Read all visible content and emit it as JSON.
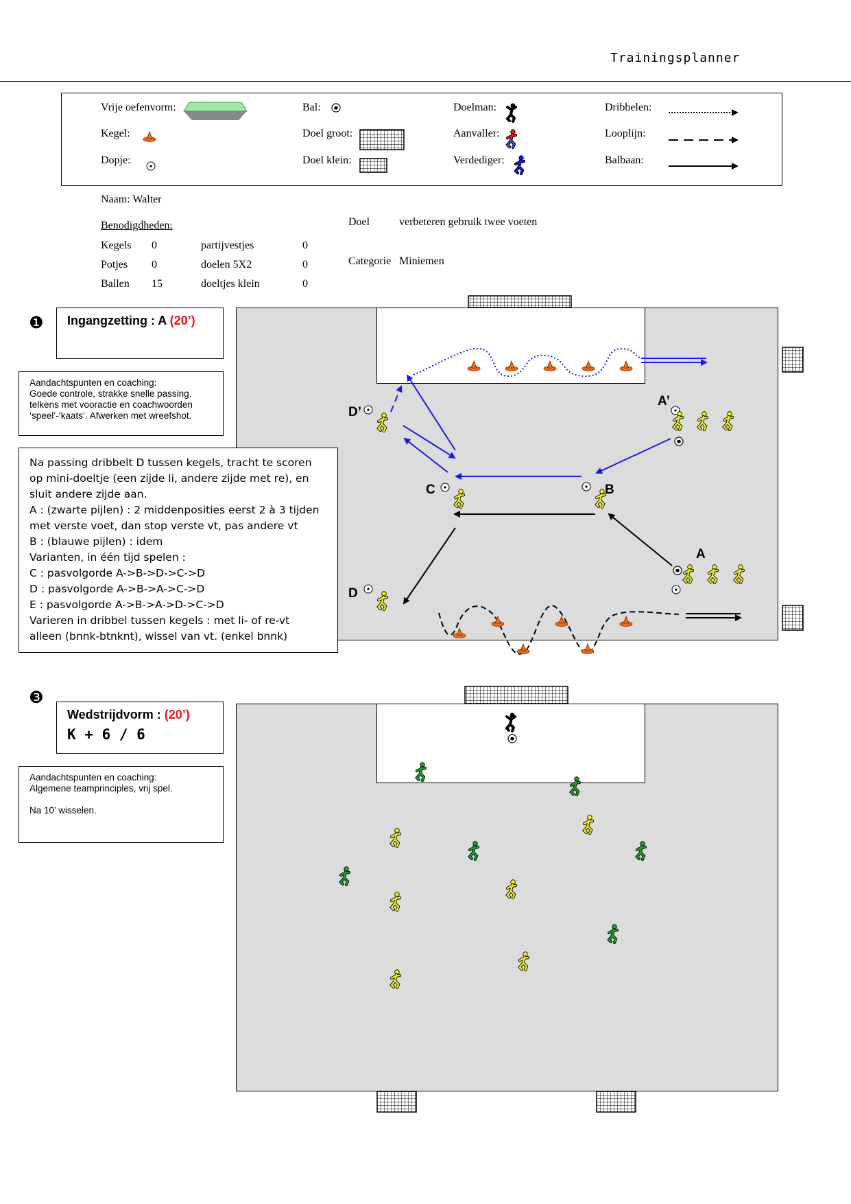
{
  "header": {
    "title": "Trainingsplanner"
  },
  "legend": {
    "vrije_oefenvorm": "Vrije oefenvorm:",
    "kegel": "Kegel:",
    "dopje": "Dopje:",
    "bal": "Bal:",
    "doel_groot": "Doel groot:",
    "doel_klein": "Doel klein:",
    "doelman": "Doelman:",
    "aanvaller": "Aanvaller:",
    "verdediger": "Verdediger:",
    "dribbelen": "Dribbelen:",
    "looplijn": "Looplijn:",
    "balbaan": "Balbaan:"
  },
  "info": {
    "naam": "Naam: Walter",
    "benodigdheden": "Benodigdheden:",
    "items": [
      {
        "label": "Kegels",
        "value": "0",
        "label2": "partijvestjes",
        "value2": "0"
      },
      {
        "label": "Potjes",
        "value": "0",
        "label2": "doelen 5X2",
        "value2": "0"
      },
      {
        "label": "Ballen",
        "value": "15",
        "label2": "doeltjes klein",
        "value2": "0"
      }
    ],
    "doel_label": "Doel",
    "doel_value": "verbeteren gebruik twee voeten",
    "categorie_label": "Categorie",
    "categorie_value": "Miniemen"
  },
  "section1": {
    "number": "❶",
    "title": "Ingangzetting : A ",
    "duration": "(20’)",
    "coaching": [
      "Aandachtspunten en coaching:",
      "Goede controle, strakke snelle passing.",
      "telkens met vooractie en coachwoorden",
      "‘speel’-‘kaats’.  Afwerken met wreefshot."
    ],
    "description": [
      "Na passing dribbelt D tussen kegels, tracht te scoren",
      "op mini-doeltje (een zijde li, andere zijde met re), en",
      "sluit andere zijde aan.",
      "A : (zwarte pijlen) : 2 middenposities eerst 2 à 3 tijden",
      "met verste voet, dan stop verste vt, pas andere vt",
      "B : (blauwe pijlen) : idem",
      "Varianten, in één tijd spelen :",
      "C : pasvolgorde A->B->D->C->D",
      "D : pasvolgorde A->B->A->C->D",
      "E : pasvolgorde A->B->A->D->C->D",
      "Varieren in dribbel tussen kegels : met li- of re-vt",
      "alleen (bnnk-btnknt), wissel van vt. (enkel bnnk)"
    ],
    "positions": {
      "a": "A",
      "a_prime": "A’",
      "b": "B",
      "c": "C",
      "d": "D",
      "d_prime": "D’"
    }
  },
  "section3": {
    "number": "❸",
    "title": "Wedstrijdvorm : ",
    "duration": "(20’)",
    "subtitle": "K + 6 / 6",
    "coaching": [
      "Aandachtspunten en coaching:",
      "Algemene teamprinciples, vrij spel.",
      "",
      "Na 10’ wisselen."
    ]
  },
  "colors": {
    "pitch": "#dcdcdc",
    "pass_blue": "#1a1ae6",
    "cone_orange": "#e86a1a",
    "player_yellow": "#f2f21a",
    "player_green": "#22a02e",
    "accent_red": "#e8141c"
  }
}
